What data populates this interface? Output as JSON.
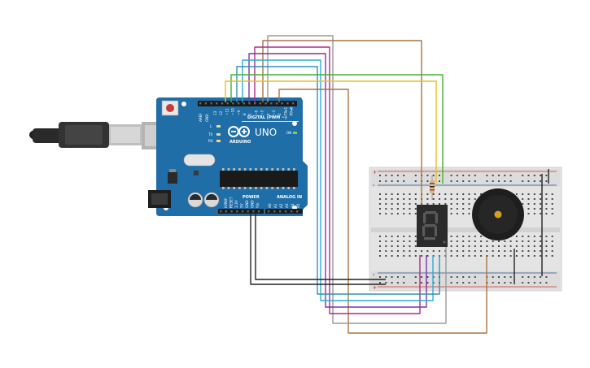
{
  "title": "",
  "arduino": {
    "logo_text": "ARDUINO",
    "model": "UNO",
    "digital_label": "DIGITAL (PWM ~)",
    "power_label": "POWER",
    "analog_label": "ANALOG IN",
    "on_label": "ON",
    "led_l": "L",
    "led_tx": "TX",
    "led_rx": "RX",
    "aref_label": "AREF",
    "gnd_label": "GND",
    "digital_pins": [
      "13",
      "12",
      "~11",
      "~10",
      "~9",
      "8",
      "7",
      "~6",
      "~5",
      "4",
      "~3",
      "2",
      "TX▸1",
      "RX◂0"
    ],
    "power_pins": [
      "IOREF",
      "RESET",
      "3.3V",
      "5V",
      "GND",
      "GND",
      "Vin"
    ],
    "analog_pins": [
      "A0",
      "A1",
      "A2",
      "A3",
      "A4",
      "A5"
    ],
    "board_color": "#1f6ea8"
  },
  "breadboard": {
    "rail_plus": "+",
    "rail_minus": "-",
    "plus_color": "#d0312d",
    "minus_color": "#2b4f8c"
  },
  "display": {
    "digit": "8"
  },
  "wire_colors": {
    "gray": "#9a9a9a",
    "brown": "#a8744a",
    "magenta": "#b0288a",
    "purple": "#7a35a8",
    "cyan": "#2aaed0",
    "teal": "#2e93b3",
    "green": "#45b035",
    "yellow": "#e3c21a",
    "black": "#222222",
    "red": "#d0312d"
  }
}
